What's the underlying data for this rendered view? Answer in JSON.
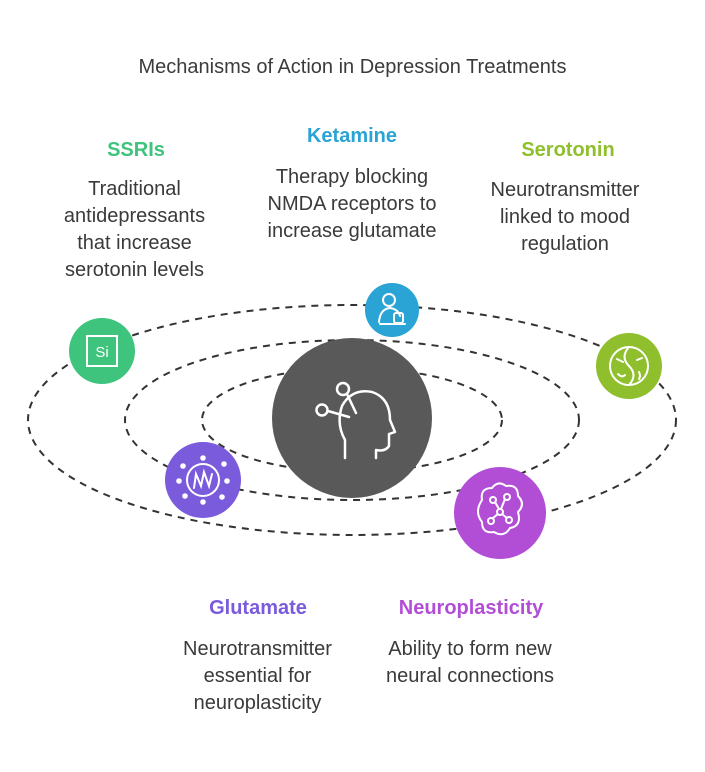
{
  "title": "Mechanisms of Action in Depression Treatments",
  "colors": {
    "ssris": "#3ec47d",
    "ketamine": "#2aa3d5",
    "serotonin": "#8fbf2d",
    "glutamate": "#7a5bdc",
    "neuroplasticity": "#b24ed6",
    "center": "#595959",
    "orbit": "#333333"
  },
  "nodes": {
    "ssris": {
      "label": "SSRIs",
      "description": "Traditional antidepressants that increase serotonin levels",
      "icon": "element-si-icon",
      "icon_text": "Si"
    },
    "ketamine": {
      "label": "Ketamine",
      "description": "Therapy blocking NMDA receptors to increase glutamate",
      "icon": "patient-treatment-icon"
    },
    "serotonin": {
      "label": "Serotonin",
      "description": "Neurotransmitter linked to mood regulation",
      "icon": "mood-face-icon"
    },
    "glutamate": {
      "label": "Glutamate",
      "description": "Neurotransmitter essential for neuroplasticity",
      "icon": "molecule-cluster-icon"
    },
    "neuroplasticity": {
      "label": "Neuroplasticity",
      "description": "Ability to form new neural connections",
      "icon": "neural-network-icon"
    }
  },
  "center": {
    "icon": "head-acupuncture-icon"
  }
}
